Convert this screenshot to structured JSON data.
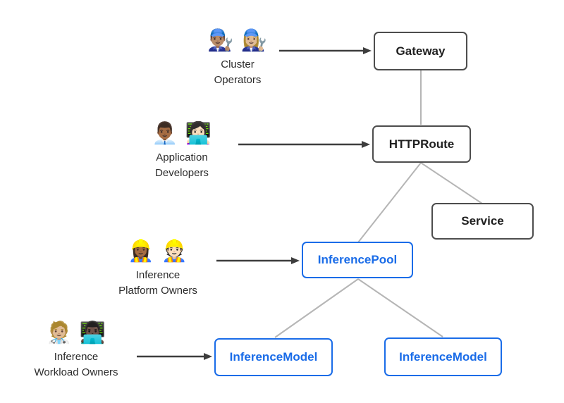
{
  "colors": {
    "standard_border": "#4d4d4d",
    "standard_text": "#1f1f1f",
    "inference_accent": "#1a6ce8",
    "connector": "#b5b5b5",
    "arrow": "#3d3d3d",
    "label_text": "#2b2b2b",
    "background": "#ffffff"
  },
  "actors": [
    {
      "id": "cluster-operators",
      "emojis": "👨🏽‍🔧 👩🏼‍🔧",
      "line1": "Cluster",
      "line2": "Operators"
    },
    {
      "id": "application-developers",
      "emojis": "👨🏾‍💼 👩🏻‍💻",
      "line1": "Application",
      "line2": "Developers"
    },
    {
      "id": "inference-platform-owners",
      "emojis": "👷🏾‍♀️ 👷🏻",
      "line1": "Inference",
      "line2": "Platform Owners"
    },
    {
      "id": "inference-workload-owners",
      "emojis": "🧑🏼‍⚕️ 👨🏿‍💻",
      "line1": "Inference",
      "line2": "Workload Owners"
    }
  ],
  "nodes": {
    "gateway": "Gateway",
    "httproute": "HTTPRoute",
    "service": "Service",
    "inferencepool": "InferencePool",
    "inferencemodel_left": "InferenceModel",
    "inferencemodel_right": "InferenceModel"
  }
}
